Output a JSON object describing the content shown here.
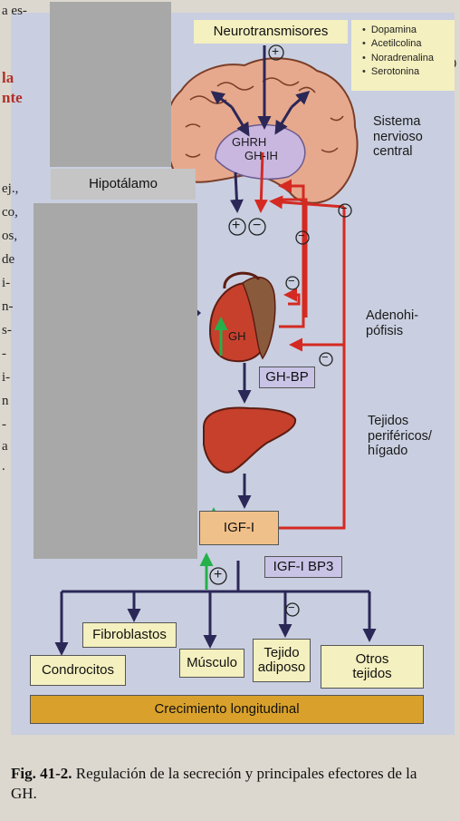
{
  "page_edge_text": {
    "line1": "a es-",
    "line2": "la",
    "line3": "nte",
    "lines": [
      "ej.,",
      "co,",
      "os,",
      "de",
      "i-",
      "n-",
      "s-",
      "-",
      "i-",
      "n",
      "-",
      "a",
      "."
    ]
  },
  "labels": {
    "neurotransmitters": "Neurotransmisores",
    "nt_list": [
      "Dopamina",
      "Acetilcolina",
      "Noradrenalina",
      "Serotonina"
    ],
    "cns": "Sistema\nnervioso\ncentral",
    "hypothalamus": "Hipotálamo",
    "ghrh": "GHRH",
    "gh_ih": "GH-IH",
    "adenohypophysis": "Adenohi-\npófisis",
    "gh": "GH",
    "gh_bp": "GH-BP",
    "tissues": "Tejidos\nperiféricos/\nhígado",
    "igf1": "IGF-I",
    "igf1_bp3": "IGF-I BP3",
    "fibroblasts": "Fibroblastos",
    "chondrocytes": "Condrocitos",
    "muscle": "Músculo",
    "adipose": "Tejido\nadiposo",
    "other": "Otros\ntejidos",
    "growth": "Crecimiento longitudinal",
    "plus": "+",
    "minus": "−"
  },
  "caption": {
    "fig": "Fig. 41-2.",
    "text": " Regulación de la secreción y principales efectores de la GH."
  },
  "colors": {
    "navy_arrow": "#2b2757",
    "red_arrow": "#d42a22",
    "green_arrow": "#25b04b",
    "brain": "#e7a98d",
    "brain_inner": "#c9b7e0",
    "organ": "#c6402c",
    "igf_box": "#f0c08a",
    "gh_bp_box": "#c9c3e6",
    "growth_bar": "#d9a12b",
    "yellow_box": "#f4f0bf"
  }
}
